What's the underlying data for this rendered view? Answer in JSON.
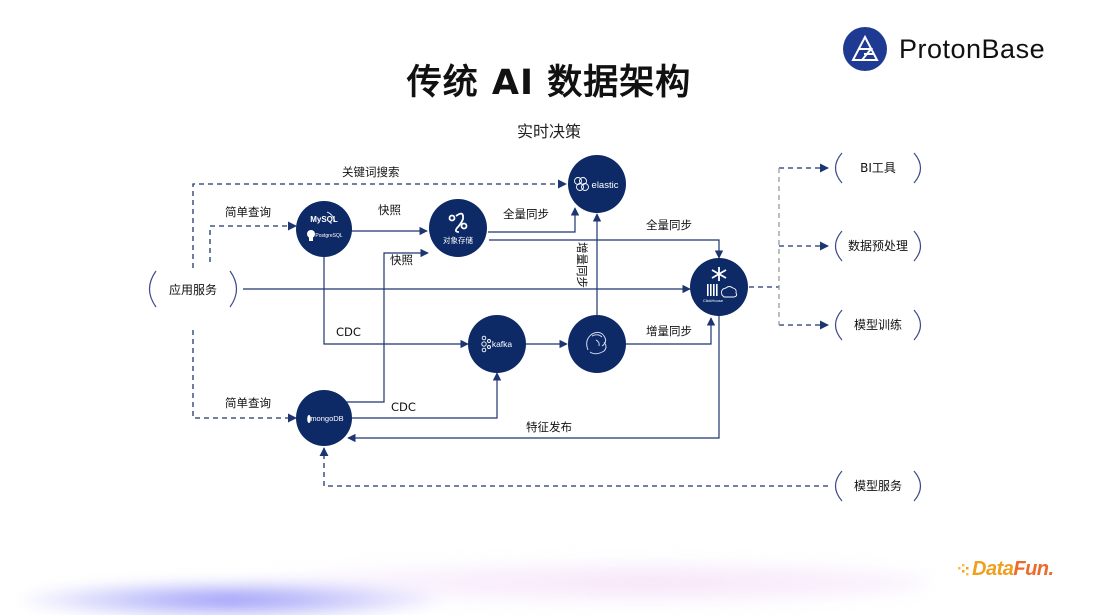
{
  "header": {
    "title": "传统 AI 数据架构",
    "subtitle": "实时决策"
  },
  "brand": {
    "name": "ProtonBase",
    "logo_icon": "protonbase-logo-icon",
    "color": "#1f3a93"
  },
  "footer": {
    "logo_prefix": "Data",
    "logo_suffix": "Fun.",
    "logo_icon": "datafun-dots-icon"
  },
  "colors": {
    "node_fill": "#0d2a66",
    "line": "#1d3570",
    "dashed_line": "#1d3570",
    "gray_dashed": "#9a9a9a"
  },
  "nodes": {
    "app_service": "应用服务",
    "mysql": {
      "line1": "MySQL",
      "line2": "PostgreSQL"
    },
    "object_storage": "对象存储",
    "elastic": "elastic",
    "kafka": "kafka",
    "flink": "Flink",
    "clickhouse": {
      "label": "ClickHouse"
    },
    "mongodb": "mongoDB"
  },
  "outputs": {
    "bi": "BI工具",
    "preprocess": "数据预处理",
    "training": "模型训练",
    "model_service": "模型服务"
  },
  "edges": {
    "keyword_search": "关键词搜索",
    "simple_query_top": "简单查询",
    "simple_query_bottom": "简单查询",
    "snapshot_mysql": "快照",
    "snapshot_mongo": "快照",
    "full_sync_es": "全量同步",
    "full_sync_ch": "全量同步",
    "incr_sync_es": "增量同步",
    "incr_sync_ch": "增量同步",
    "cdc_mysql": "CDC",
    "cdc_mongo": "CDC",
    "feature_publish": "特征发布"
  }
}
